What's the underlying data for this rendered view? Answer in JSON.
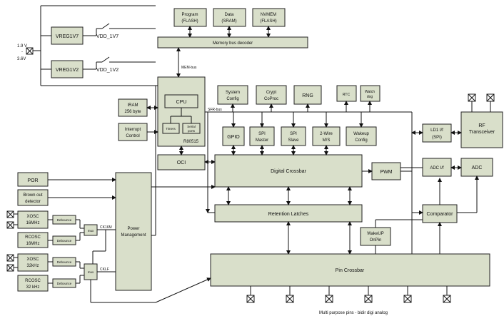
{
  "power": {
    "supply_voltage": [
      "1.9 V",
      "-",
      "3.6V"
    ],
    "vreg1v7": "VREG1V7",
    "vreg1v2": "VREG1V2",
    "vdd_1v7": "VDD_1V7",
    "vdd_1v2": "VDD_1V2"
  },
  "memory": {
    "program": [
      "Program",
      "(FLASH)"
    ],
    "data": [
      "Data",
      "(SRAM)"
    ],
    "nvmem": [
      "NVMEM",
      "(FLASH)"
    ],
    "bus_decoder": "Memory bus decoder",
    "mem_bus": "MEM-bus"
  },
  "cpu_area": {
    "iram": [
      "IRAM",
      "256 byte"
    ],
    "interrupt": [
      "Interrupt",
      "Control"
    ],
    "cpu": "CPU",
    "timers": "Timers",
    "serial_ports": [
      "Serial",
      "ports"
    ],
    "r80515": "R80515",
    "oci": "OCI",
    "sfr_bus": "SFR-bus"
  },
  "peripherals": {
    "system_config": [
      "System",
      "Config"
    ],
    "crypt": [
      "Crypt",
      "CoProc"
    ],
    "rng": "RNG",
    "rtc": "RTC",
    "watchdog": [
      "Watch",
      "dog"
    ],
    "gpio": "GPIO",
    "spi_master": [
      "SPI",
      "Master"
    ],
    "spi_slave": [
      "SPI",
      "Slave"
    ],
    "two_wire": [
      "2-Wire",
      "M/S"
    ],
    "wakeup_config": [
      "Wakeup",
      "Config"
    ],
    "digital_crossbar": "Digital Crossbar",
    "pwm": "PWM",
    "retention_latches": "Retention Latches",
    "wakeup_onpin": [
      "WakeUP",
      "OnPin"
    ],
    "comparator": "Comparator",
    "pin_crossbar": "Pin Crossbar",
    "pins_caption": "Multi purpose pins - bidir digi analog"
  },
  "rf": {
    "ld1_if": [
      "LD1 I/f",
      "(SPI)"
    ],
    "rf_transceiver": [
      "RF",
      "Transceiver"
    ],
    "adc_if": "ADC I/f",
    "adc": "ADC"
  },
  "clocking": {
    "por": "POR",
    "brownout": [
      "Brown out",
      "detector"
    ],
    "xosc16": [
      "XOSC",
      "16MHz"
    ],
    "rcosc16": [
      "RCOSC",
      "16MHz"
    ],
    "xosc32": [
      "XOSC",
      "32kHz"
    ],
    "rcosc32": [
      "RCOSC",
      "32 kHz"
    ],
    "debounce": "Debounce",
    "mux": "mux",
    "ck16m": "CK16M",
    "cklf": "CKLF",
    "power_management": [
      "Power",
      "Management"
    ]
  }
}
